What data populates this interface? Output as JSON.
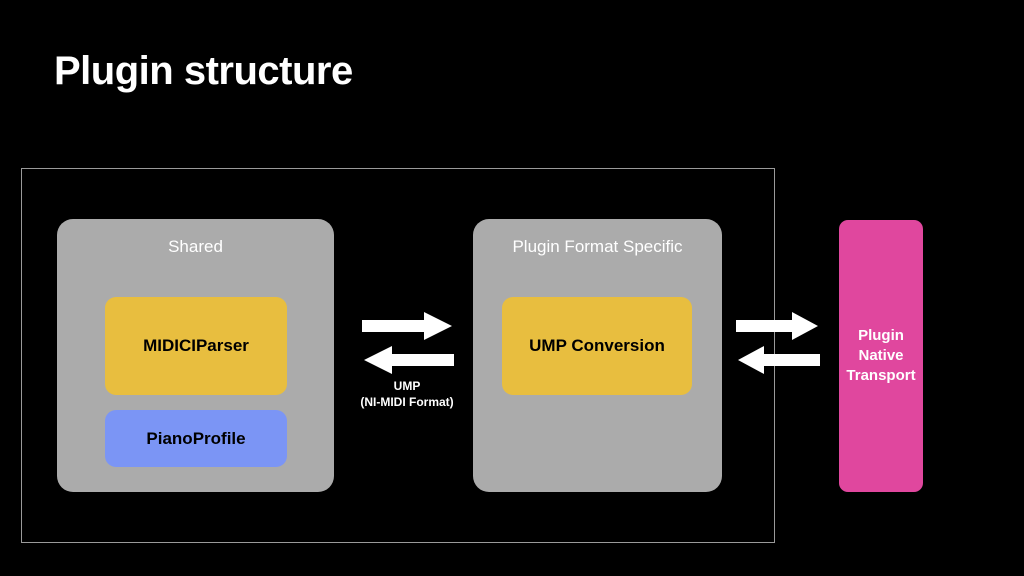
{
  "slide": {
    "title": "Plugin structure",
    "background_color": "#000000",
    "title_color": "#ffffff"
  },
  "boundary": {
    "name": "plugin boundary",
    "border_color": "#9a9a9a"
  },
  "groups": [
    {
      "id": "shared",
      "title": "Shared",
      "fill": "#ababab",
      "title_color": "#ffffff",
      "components": [
        {
          "id": "midiciparser",
          "label": "MIDICIParser",
          "fill": "#e8be3f",
          "text_color": "#000000"
        },
        {
          "id": "pianoprofile",
          "label": "PianoProfile",
          "fill": "#7b95f5",
          "text_color": "#000000"
        }
      ]
    },
    {
      "id": "format_specific",
      "title": "Plugin Format Specific",
      "fill": "#ababab",
      "title_color": "#ffffff",
      "components": [
        {
          "id": "ump_conversion",
          "label": "UMP Conversion",
          "fill": "#e8be3f",
          "text_color": "#000000"
        }
      ]
    }
  ],
  "transport": {
    "id": "plugin_native_transport",
    "label_line1": "Plugin",
    "label_line2": "Native",
    "label_line3": "Transport",
    "fill": "#e0479e",
    "text_color": "#ffffff"
  },
  "connections": [
    {
      "id": "shared_to_format",
      "from": "shared",
      "to": "format_specific",
      "bidirectional": true,
      "label_line1": "UMP",
      "label_line2": "(NI-MIDI Format)",
      "arrow_color": "#ffffff"
    },
    {
      "id": "format_to_transport",
      "from": "format_specific",
      "to": "plugin_native_transport",
      "bidirectional": true,
      "label_line1": "",
      "label_line2": "",
      "arrow_color": "#ffffff"
    }
  ]
}
